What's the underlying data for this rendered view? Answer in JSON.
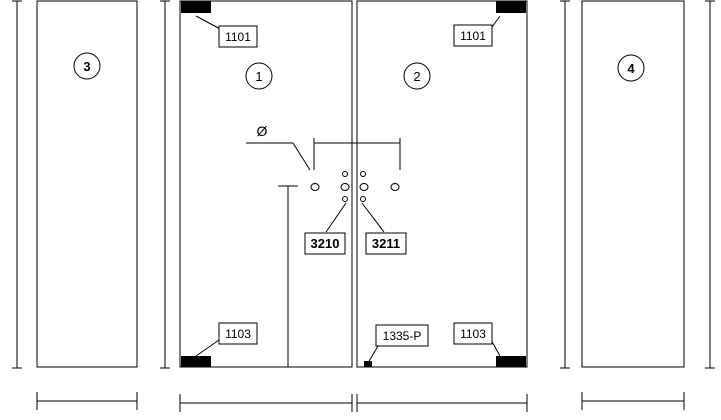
{
  "panels": {
    "left_fixed": "3",
    "left_door": "1",
    "right_door": "2",
    "right_fixed": "4"
  },
  "labels": {
    "hinge_top_left": "1101",
    "hinge_top_right": "1101",
    "hinge_bottom_left": "1103",
    "hinge_bottom_right": "1103",
    "lock_bottom": "1335-P",
    "handle_left": "3210",
    "handle_right": "3211",
    "diameter_symbol": "Ø"
  },
  "colors": {
    "line": "#000000",
    "fill_fitting": "#000000",
    "background": "#ffffff"
  }
}
